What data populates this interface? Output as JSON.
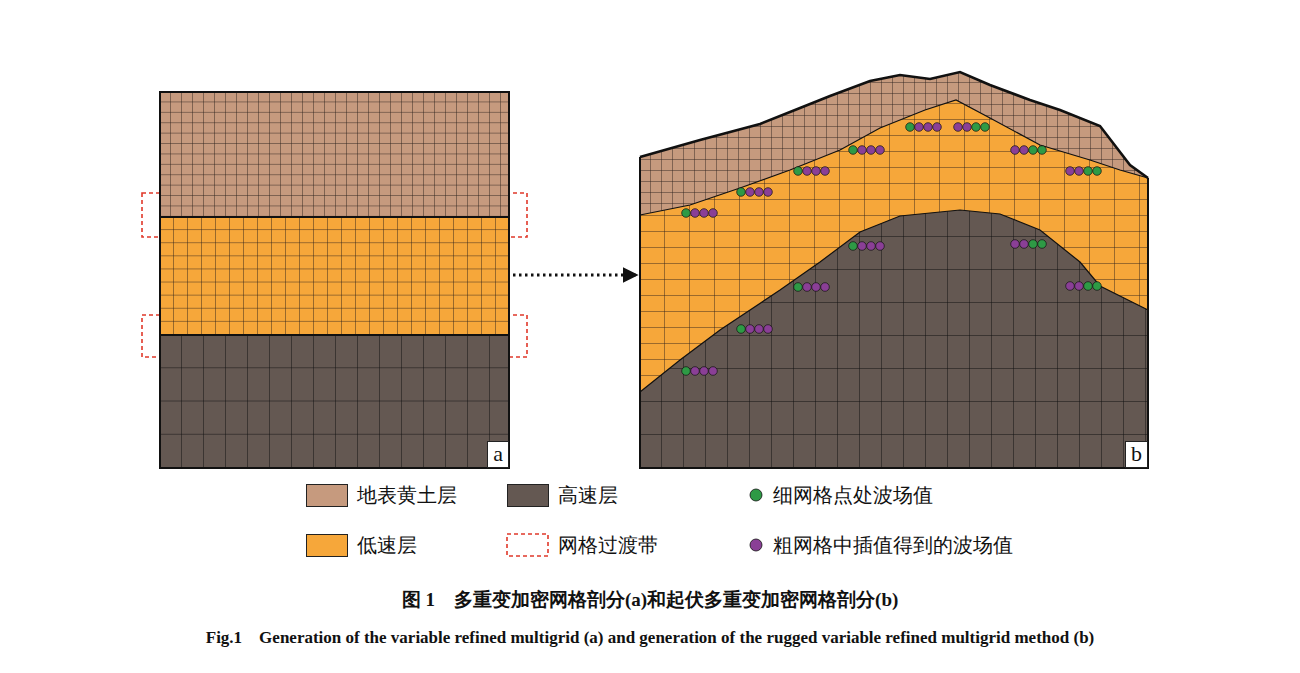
{
  "diagram": {
    "caption": "图 1　多重变加密网格剖分(a)和起伏多重变加密网格剖分(b)",
    "nodes": [
      {
        "text": [
          "a"
        ]
      },
      {
        "text": [
          "b"
        ]
      }
    ],
    "edges": [
      {
        "from": 0,
        "to": 1,
        "arrow": "to"
      }
    ],
    "labels": [
      "Fig.1　Generation of the variable refined multigrid (a) and generation of the rugged variable refined multigrid method (b)"
    ],
    "legend": [
      {
        "text": "地表黄土层",
        "color": "#c69a7e"
      },
      {
        "text": "高速层",
        "color": "#645852"
      },
      {
        "text": "细网格点处波场值"
      },
      {
        "text": "低速层",
        "color": "#f6a73a"
      },
      {
        "text": "网格过渡带"
      },
      {
        "text": "粗网格中插值得到的波场值"
      }
    ]
  }
}
